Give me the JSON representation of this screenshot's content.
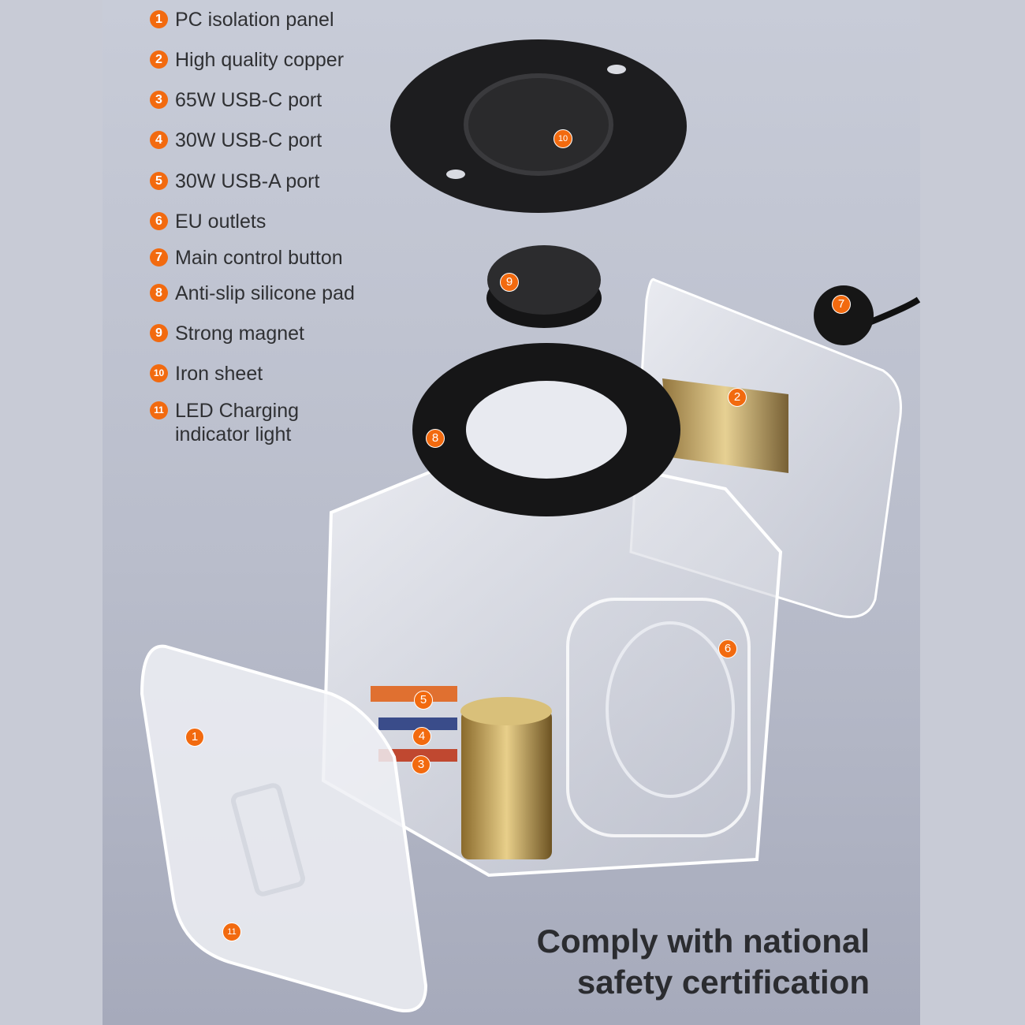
{
  "legend": [
    {
      "num": "1",
      "label": "PC isolation panel"
    },
    {
      "num": "2",
      "label": "High quality copper"
    },
    {
      "num": "3",
      "label": "65W USB-C port"
    },
    {
      "num": "4",
      "label": "30W USB-C port"
    },
    {
      "num": "5",
      "label": "30W USB-A port"
    },
    {
      "num": "6",
      "label": "EU outlets"
    },
    {
      "num": "7",
      "label": "Main control button"
    },
    {
      "num": "8",
      "label": "Anti-slip silicone pad"
    },
    {
      "num": "9",
      "label": "Strong magnet"
    },
    {
      "num": "10",
      "label": "Iron sheet"
    },
    {
      "num": "11",
      "label": "LED Charging",
      "label2": "indicator light"
    }
  ],
  "tagline": {
    "line1": "Comply with national",
    "line2": "safety certification"
  },
  "colors": {
    "accent": "#f26a0f",
    "text": "#2f3033"
  }
}
